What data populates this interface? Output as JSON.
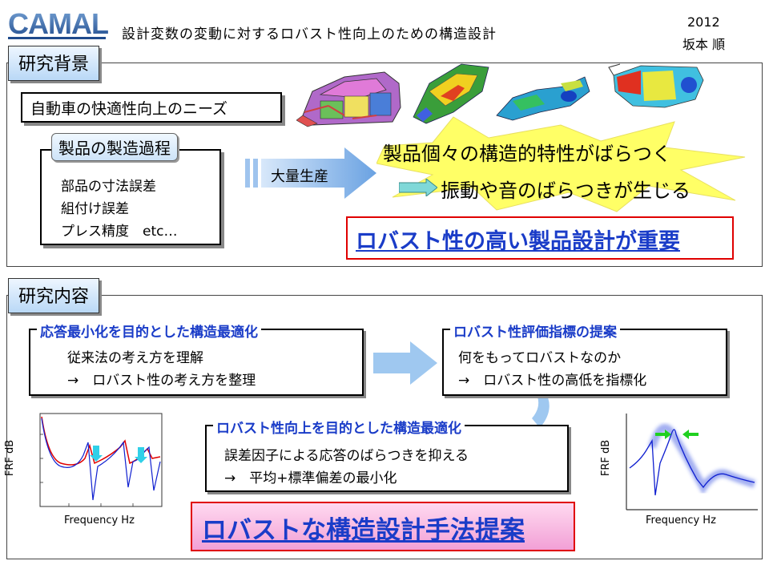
{
  "header": {
    "logo_text": "CAMAL",
    "title": "設計変数の変動に対するロバスト性向上のための構造設計",
    "year": "2012",
    "author": "坂本 順"
  },
  "background": {
    "label": "研究背景",
    "needs": "自動車の快適性向上のニーズ",
    "process_label": "製品の製造過程",
    "process_items": [
      "部品の寸法誤差",
      "組付け誤差",
      "プレス精度　etc…"
    ],
    "mass_production": "大量生産",
    "variation_line1": "製品個々の構造的特性がばらつく",
    "variation_line2": "振動や音のばらつきが生じる",
    "conclusion": "ロバスト性の高い製品設計が重要"
  },
  "content": {
    "label": "研究内容",
    "box1": {
      "title": "応答最小化を目的とした構造最適化",
      "line1": "従来法の考え方を理解",
      "line2": "→　ロバスト性の考え方を整理"
    },
    "box2": {
      "title": "ロバスト性評価指標の提案",
      "line1": "何をもってロバストなのか",
      "line2": "→　ロバスト性の高低を指標化"
    },
    "box3": {
      "title": "ロバスト性向上を目的とした構造最適化",
      "line1": "誤差因子による応答のばらつきを抑える",
      "line2": "→　平均+標準偏差の最小化"
    },
    "final": "ロバストな構造設計手法提案"
  },
  "plots": {
    "left": {
      "xlabel": "Frequency  Hz",
      "ylabel": "FRF  dB"
    },
    "right": {
      "xlabel": "Frequency  Hz",
      "ylabel": "FRF  dB"
    }
  },
  "colors": {
    "section_label_top": "#eef6ff",
    "section_label_bottom": "#b9d8f6",
    "accent_blue": "#1a3cc8",
    "alert_red": "#e00000",
    "arrow_blue": "#7fb6ee",
    "burst_yellow": "#ffff66",
    "final_pink": "#f2a0d6"
  }
}
